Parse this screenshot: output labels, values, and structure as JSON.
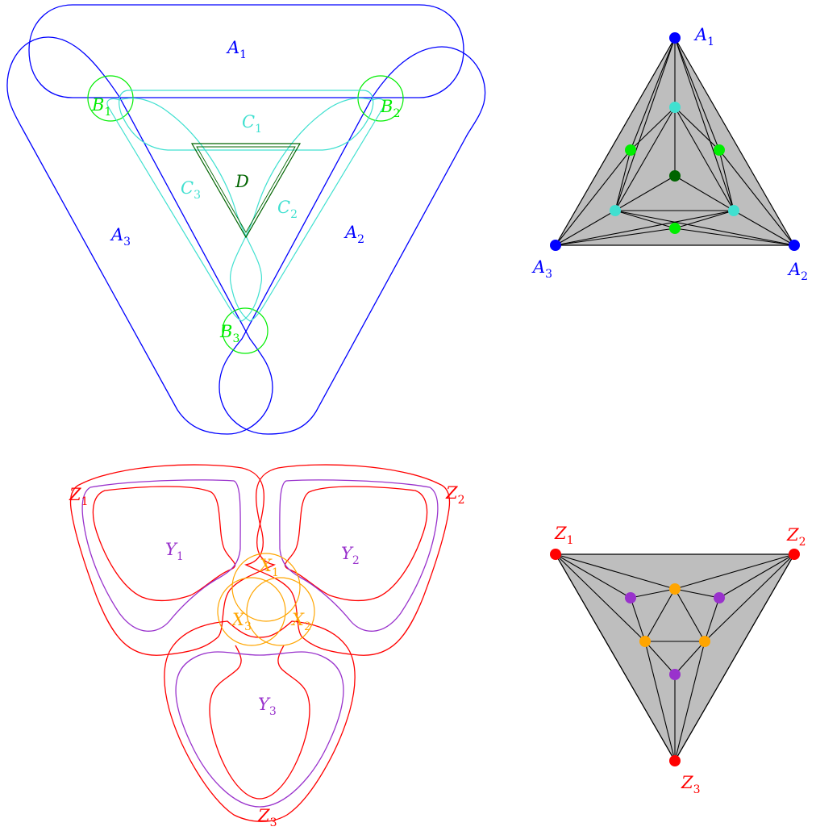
{
  "colors": {
    "A": "#0000ff",
    "B": "#00ee00",
    "C": "#40e0d0",
    "D": "#006400",
    "X": "#ffa500",
    "Y": "#9932cc",
    "Z": "#ff0000",
    "face": "#bebebe",
    "edge": "#000000"
  },
  "labels": {
    "A1": {
      "main": "A",
      "sub": "1"
    },
    "A2": {
      "main": "A",
      "sub": "2"
    },
    "A3": {
      "main": "A",
      "sub": "3"
    },
    "B1": {
      "main": "B",
      "sub": "1"
    },
    "B2": {
      "main": "B",
      "sub": "2"
    },
    "B3": {
      "main": "B",
      "sub": "3"
    },
    "C1": {
      "main": "C",
      "sub": "1"
    },
    "C2": {
      "main": "C",
      "sub": "2"
    },
    "C3": {
      "main": "C",
      "sub": "3"
    },
    "D": {
      "main": "D",
      "sub": ""
    },
    "X1": {
      "main": "X",
      "sub": "1"
    },
    "X2": {
      "main": "X",
      "sub": "2"
    },
    "X3": {
      "main": "X",
      "sub": "3"
    },
    "Y1": {
      "main": "Y",
      "sub": "1"
    },
    "Y2": {
      "main": "Y",
      "sub": "2"
    },
    "Y3": {
      "main": "Y",
      "sub": "3"
    },
    "Z1": {
      "main": "Z",
      "sub": "1"
    },
    "Z2": {
      "main": "Z",
      "sub": "2"
    },
    "Z3": {
      "main": "Z",
      "sub": "3"
    }
  }
}
